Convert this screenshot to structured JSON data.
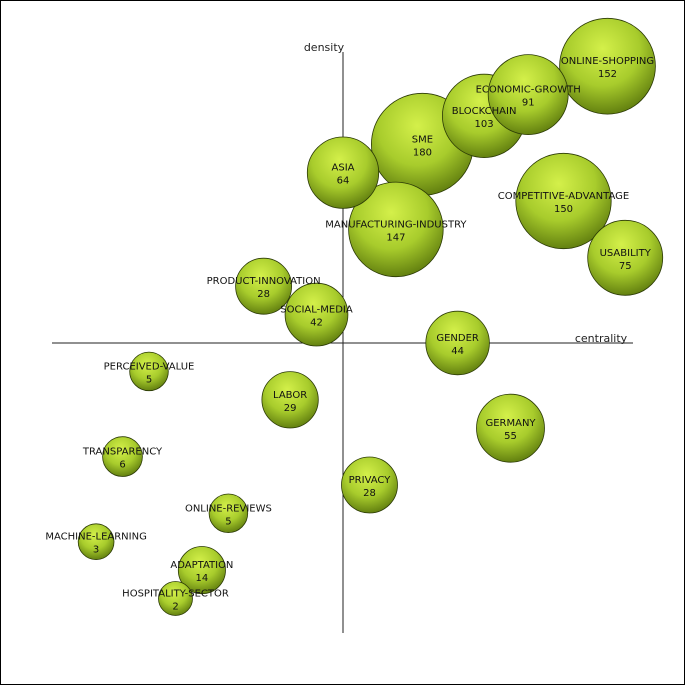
{
  "chart_data": {
    "type": "scatter",
    "xlabel": "centrality",
    "ylabel": "density",
    "colors": {
      "bubble_light": "#d4f04a",
      "bubble_mid": "#a8cc2c",
      "bubble_dark": "#5f7c0e",
      "bubble_stroke": "#2b3a05",
      "axis": "#222222"
    },
    "points": [
      {
        "label": "ONLINE-SHOPPING",
        "value": 152,
        "x": 3.0,
        "y": 3.9
      },
      {
        "label": "ECONOMIC-GROWTH",
        "value": 91,
        "x": 2.1,
        "y": 3.5
      },
      {
        "label": "BLOCKCHAIN",
        "value": 103,
        "x": 1.6,
        "y": 3.2
      },
      {
        "label": "SME",
        "value": 180,
        "x": 0.9,
        "y": 2.8
      },
      {
        "label": "ASIA",
        "value": 64,
        "x": 0.0,
        "y": 2.4
      },
      {
        "label": "COMPETITIVE-ADVANTAGE",
        "value": 150,
        "x": 2.5,
        "y": 2.0
      },
      {
        "label": "MANUFACTURING-INDUSTRY",
        "value": 147,
        "x": 0.6,
        "y": 1.6
      },
      {
        "label": "USABILITY",
        "value": 75,
        "x": 3.2,
        "y": 1.2
      },
      {
        "label": "PRODUCT-INNOVATION",
        "value": 28,
        "x": -0.9,
        "y": 0.8
      },
      {
        "label": "SOCIAL-MEDIA",
        "value": 42,
        "x": -0.3,
        "y": 0.4
      },
      {
        "label": "GENDER",
        "value": 44,
        "x": 1.3,
        "y": 0.0
      },
      {
        "label": "PERCEIVED-VALUE",
        "value": 5,
        "x": -2.2,
        "y": -0.4
      },
      {
        "label": "LABOR",
        "value": 29,
        "x": -0.6,
        "y": -0.8
      },
      {
        "label": "GERMANY",
        "value": 55,
        "x": 1.9,
        "y": -1.2
      },
      {
        "label": "TRANSPARENCY",
        "value": 6,
        "x": -2.5,
        "y": -1.6
      },
      {
        "label": "PRIVACY",
        "value": 28,
        "x": 0.3,
        "y": -2.0
      },
      {
        "label": "ONLINE-REVIEWS",
        "value": 5,
        "x": -1.3,
        "y": -2.4
      },
      {
        "label": "MACHINE-LEARNING",
        "value": 3,
        "x": -2.8,
        "y": -2.8
      },
      {
        "label": "ADAPTATION",
        "value": 14,
        "x": -1.6,
        "y": -3.2
      },
      {
        "label": "HOSPITALITY-SECTOR",
        "value": 2,
        "x": -1.9,
        "y": -3.6
      }
    ],
    "xlim": [
      -3.3,
      3.3
    ],
    "ylim": [
      -4.1,
      4.1
    ],
    "grid": false,
    "legend": "none"
  }
}
